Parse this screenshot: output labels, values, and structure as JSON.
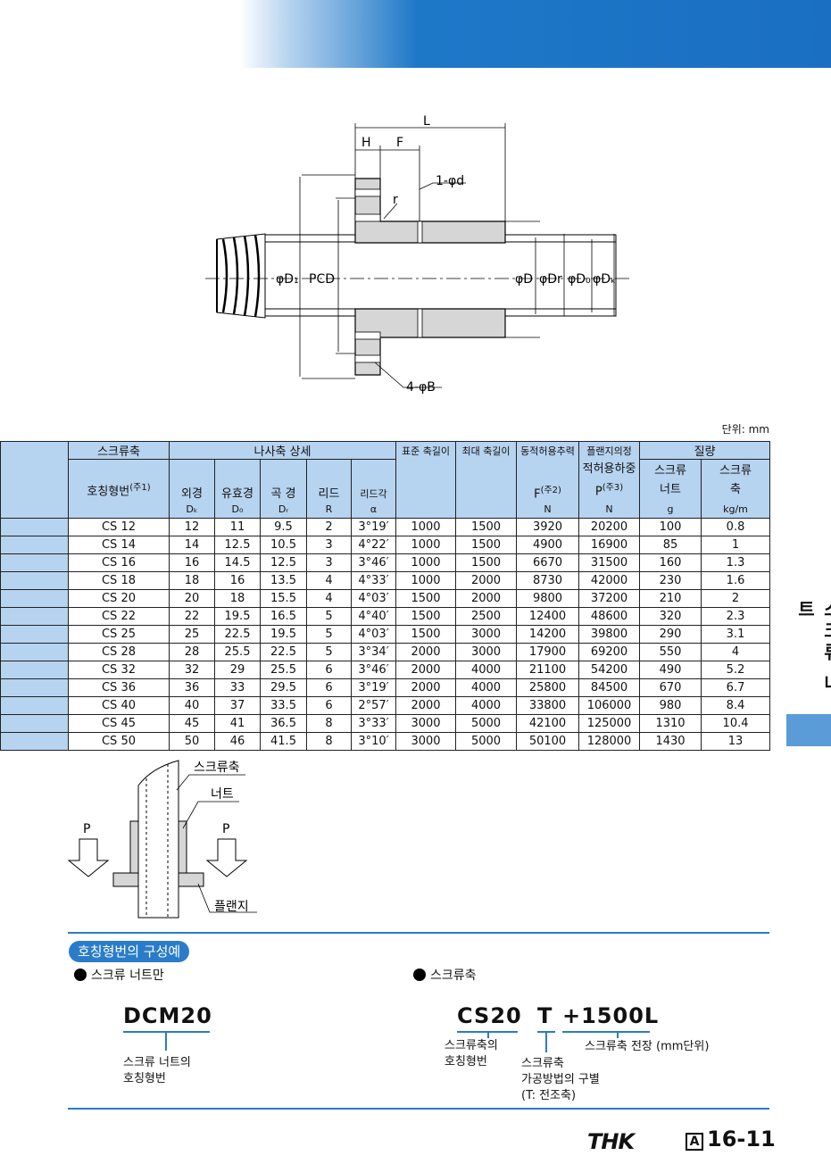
{
  "diagram": {
    "labels": {
      "L": "L",
      "H": "H",
      "F": "F",
      "d": "1-φd",
      "r": "r",
      "D1": "φD₁",
      "PCD": "PCD",
      "D": "φD",
      "Dr": "φDr",
      "D0": "φD₀",
      "Dk": "φDₖ",
      "B": "4-φB"
    }
  },
  "unit": "단위: mm",
  "table": {
    "headers": {
      "screw_shaft": "스크류축",
      "model": "호칭형번",
      "model_note": "(주1)",
      "thread_detail": "나사축 상세",
      "std_length": "표준 축길이",
      "max_length": "최대 축길이",
      "dyn_thrust": "동적허용추력",
      "flange_line1": "플랜지의정",
      "flange_line2": "적허용하중",
      "mass": "질량",
      "mass_nut_1": "스크류",
      "mass_nut_2": "너트",
      "mass_shaft_1": "스크류",
      "mass_shaft_2": "축",
      "od": "외경",
      "eff": "유효경",
      "root": "곡 경",
      "lead": "리드",
      "lead_angle": "리드각",
      "F": "F",
      "F_note": "(주2)",
      "P": "P",
      "P_note": "(주3)",
      "u_od": "Dₖ",
      "u_eff": "D₀",
      "u_root": "Dᵣ",
      "u_lead": "R",
      "u_angle": "α",
      "u_F": "N",
      "u_P": "N",
      "u_nut": "g",
      "u_shaft": "kg/m"
    },
    "rows": [
      [
        "CS 12",
        "12",
        "11",
        "9.5",
        "2",
        "3°19′",
        "1000",
        "1500",
        "3920",
        "20200",
        "100",
        "0.8"
      ],
      [
        "CS 14",
        "14",
        "12.5",
        "10.5",
        "3",
        "4°22′",
        "1000",
        "1500",
        "4900",
        "16900",
        "85",
        "1"
      ],
      [
        "CS 16",
        "16",
        "14.5",
        "12.5",
        "3",
        "3°46′",
        "1000",
        "1500",
        "6670",
        "31500",
        "160",
        "1.3"
      ],
      [
        "CS 18",
        "18",
        "16",
        "13.5",
        "4",
        "4°33′",
        "1000",
        "2000",
        "8730",
        "42000",
        "230",
        "1.6"
      ],
      [
        "CS 20",
        "20",
        "18",
        "15.5",
        "4",
        "4°03′",
        "1500",
        "2000",
        "9800",
        "37200",
        "210",
        "2"
      ],
      [
        "CS 22",
        "22",
        "19.5",
        "16.5",
        "5",
        "4°40′",
        "1500",
        "2500",
        "12400",
        "48600",
        "320",
        "2.3"
      ],
      [
        "CS 25",
        "25",
        "22.5",
        "19.5",
        "5",
        "4°03′",
        "1500",
        "3000",
        "14200",
        "39800",
        "290",
        "3.1"
      ],
      [
        "CS 28",
        "28",
        "25.5",
        "22.5",
        "5",
        "3°34′",
        "2000",
        "3000",
        "17900",
        "69200",
        "550",
        "4"
      ],
      [
        "CS 32",
        "32",
        "29",
        "25.5",
        "6",
        "3°46′",
        "2000",
        "4000",
        "21100",
        "54200",
        "490",
        "5.2"
      ],
      [
        "CS 36",
        "36",
        "33",
        "29.5",
        "6",
        "3°19′",
        "2000",
        "4000",
        "25800",
        "84500",
        "670",
        "6.7"
      ],
      [
        "CS 40",
        "40",
        "37",
        "33.5",
        "6",
        "2°57′",
        "2000",
        "4000",
        "33800",
        "106000",
        "980",
        "8.4"
      ],
      [
        "CS 45",
        "45",
        "41",
        "36.5",
        "8",
        "3°33′",
        "3000",
        "5000",
        "42100",
        "125000",
        "1310",
        "10.4"
      ],
      [
        "CS 50",
        "50",
        "46",
        "41.5",
        "8",
        "3°10′",
        "3000",
        "5000",
        "50100",
        "128000",
        "1430",
        "13"
      ]
    ]
  },
  "side_tab": "스크류 너트",
  "load_diagram": {
    "shaft": "스크류축",
    "nut": "너트",
    "flange": "플랜지",
    "p_left": "P",
    "p_right": "P"
  },
  "example": {
    "title": "호칭형번의 구성예",
    "left_heading": "스크류 너트만",
    "right_heading": "스크류축",
    "left_code": "DCM20",
    "left_note_1": "스크류 너트의",
    "left_note_2": "호칭형번",
    "right_code_1": "CS20",
    "right_code_2": "T",
    "right_code_3": "+1500L",
    "right_note_a1": "스크류축의",
    "right_note_a2": "호칭형번",
    "right_note_b1": "스크류축",
    "right_note_b2": "가공방법의 구별",
    "right_note_b3": "(T: 전조축)",
    "right_note_c": "스크류축 전장 (mm단위)"
  },
  "footer": {
    "logo": "THK",
    "section": "A",
    "page": "16-11"
  },
  "colors": {
    "accent": "#2a7cc9",
    "header_fill": "#b6d3ef",
    "tab_block": "#5b9bd8"
  }
}
